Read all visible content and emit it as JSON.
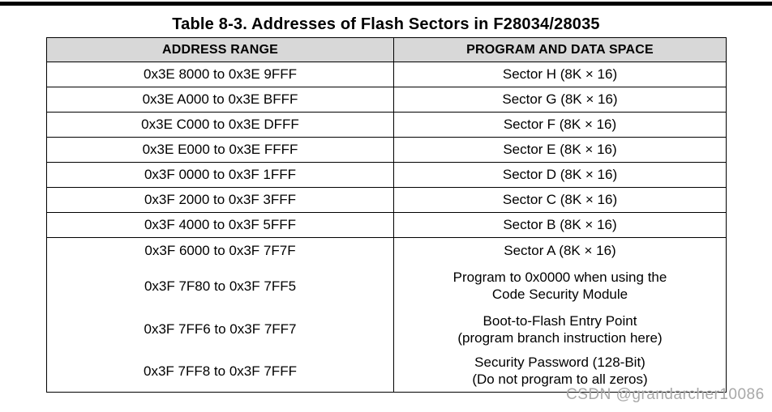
{
  "page": {
    "title": "Table 8-3. Addresses of Flash Sectors in F28034/28035",
    "watermark": "CSDN @grandarcher10086"
  },
  "colors": {
    "top_bar": "#000000",
    "table_border": "#000000",
    "header_background": "#d8d8d8",
    "text": "#000000",
    "watermark_text": "#a8a8a8"
  },
  "table": {
    "headers": [
      "ADDRESS RANGE",
      "PROGRAM AND DATA SPACE"
    ],
    "rows": [
      {
        "address": "0x3E 8000 to 0x3E 9FFF",
        "space": "Sector H (8K × 16)"
      },
      {
        "address": "0x3E A000 to 0x3E BFFF",
        "space": "Sector G (8K × 16)"
      },
      {
        "address": "0x3E C000 to 0x3E DFFF",
        "space": "Sector F (8K × 16)"
      },
      {
        "address": "0x3E E000 to 0x3E FFFF",
        "space": "Sector E (8K × 16)"
      },
      {
        "address": "0x3F 0000 to 0x3F 1FFF",
        "space": "Sector D (8K × 16)"
      },
      {
        "address": "0x3F 2000 to 0x3F 3FFF",
        "space": "Sector C (8K × 16)"
      },
      {
        "address": "0x3F 4000 to 0x3F 5FFF",
        "space": "Sector B (8K × 16)"
      }
    ],
    "merged": [
      {
        "address": "0x3F 6000 to 0x3F 7F7F",
        "space": "Sector A (8K × 16)"
      },
      {
        "address": "0x3F 7F80 to 0x3F 7FF5",
        "space": "Program to 0x0000 when using the\nCode Security Module"
      },
      {
        "address": "0x3F 7FF6 to 0x3F 7FF7",
        "space": "Boot-to-Flash Entry Point\n(program branch instruction here)"
      },
      {
        "address": "0x3F 7FF8 to 0x3F 7FFF",
        "space": "Security Password (128-Bit)\n(Do not program to all zeros)"
      }
    ]
  }
}
